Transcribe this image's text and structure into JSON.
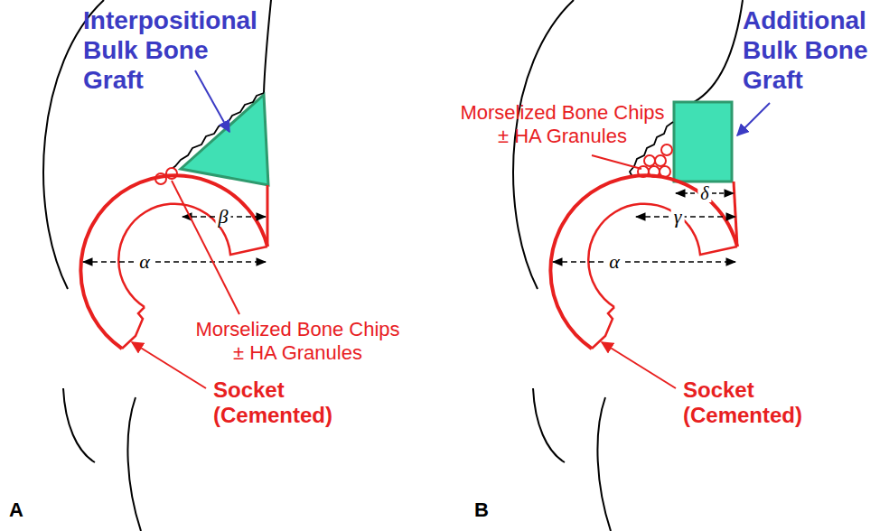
{
  "diagram": {
    "labels": [
      "Interpositional Bulk Bone Graft",
      "β",
      "α",
      "Morselized Bone Chips ± HA Granules",
      "Socket (Cemented)",
      "A",
      "Additional Bulk Bone Graft",
      "Morselized Bone Chips ± HA Granules",
      "δ",
      "γ",
      "α",
      "Socket (Cemented)",
      "B"
    ]
  }
}
